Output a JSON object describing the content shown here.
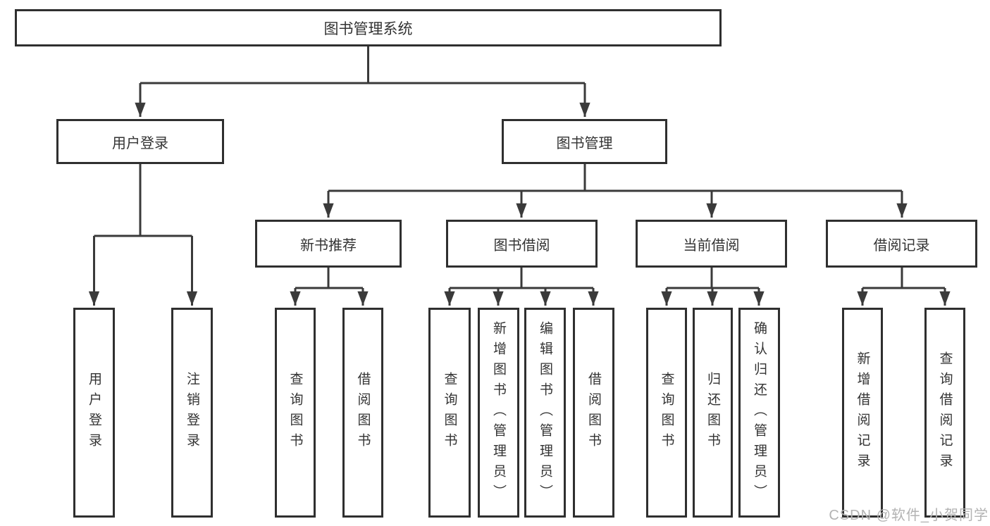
{
  "tree": {
    "label": "图书管理系统",
    "children": [
      {
        "label": "用户登录",
        "children": [
          {
            "label": "用户登录"
          },
          {
            "label": "注销登录"
          }
        ]
      },
      {
        "label": "图书管理",
        "children": [
          {
            "label": "新书推荐",
            "children": [
              {
                "label": "查询图书"
              },
              {
                "label": "借阅图书"
              }
            ]
          },
          {
            "label": "图书借阅",
            "children": [
              {
                "label": "查询图书"
              },
              {
                "label": "新增图书（管理员）"
              },
              {
                "label": "编辑图书（管理员）"
              },
              {
                "label": "借阅图书"
              }
            ]
          },
          {
            "label": "当前借阅",
            "children": [
              {
                "label": "查询图书"
              },
              {
                "label": "归还图书"
              },
              {
                "label": "确认归还（管理员）"
              }
            ]
          },
          {
            "label": "借阅记录",
            "children": [
              {
                "label": "新增借阅记录"
              },
              {
                "label": "查询借阅记录"
              }
            ]
          }
        ]
      }
    ]
  },
  "watermark": {
    "text": "CSDN @软件_小贺同学"
  },
  "colors": {
    "line": "#3a3a3a",
    "box_border": "#2f2f2f",
    "text": "#333333",
    "watermark": "#b3b3b3",
    "background": "#ffffff"
  }
}
